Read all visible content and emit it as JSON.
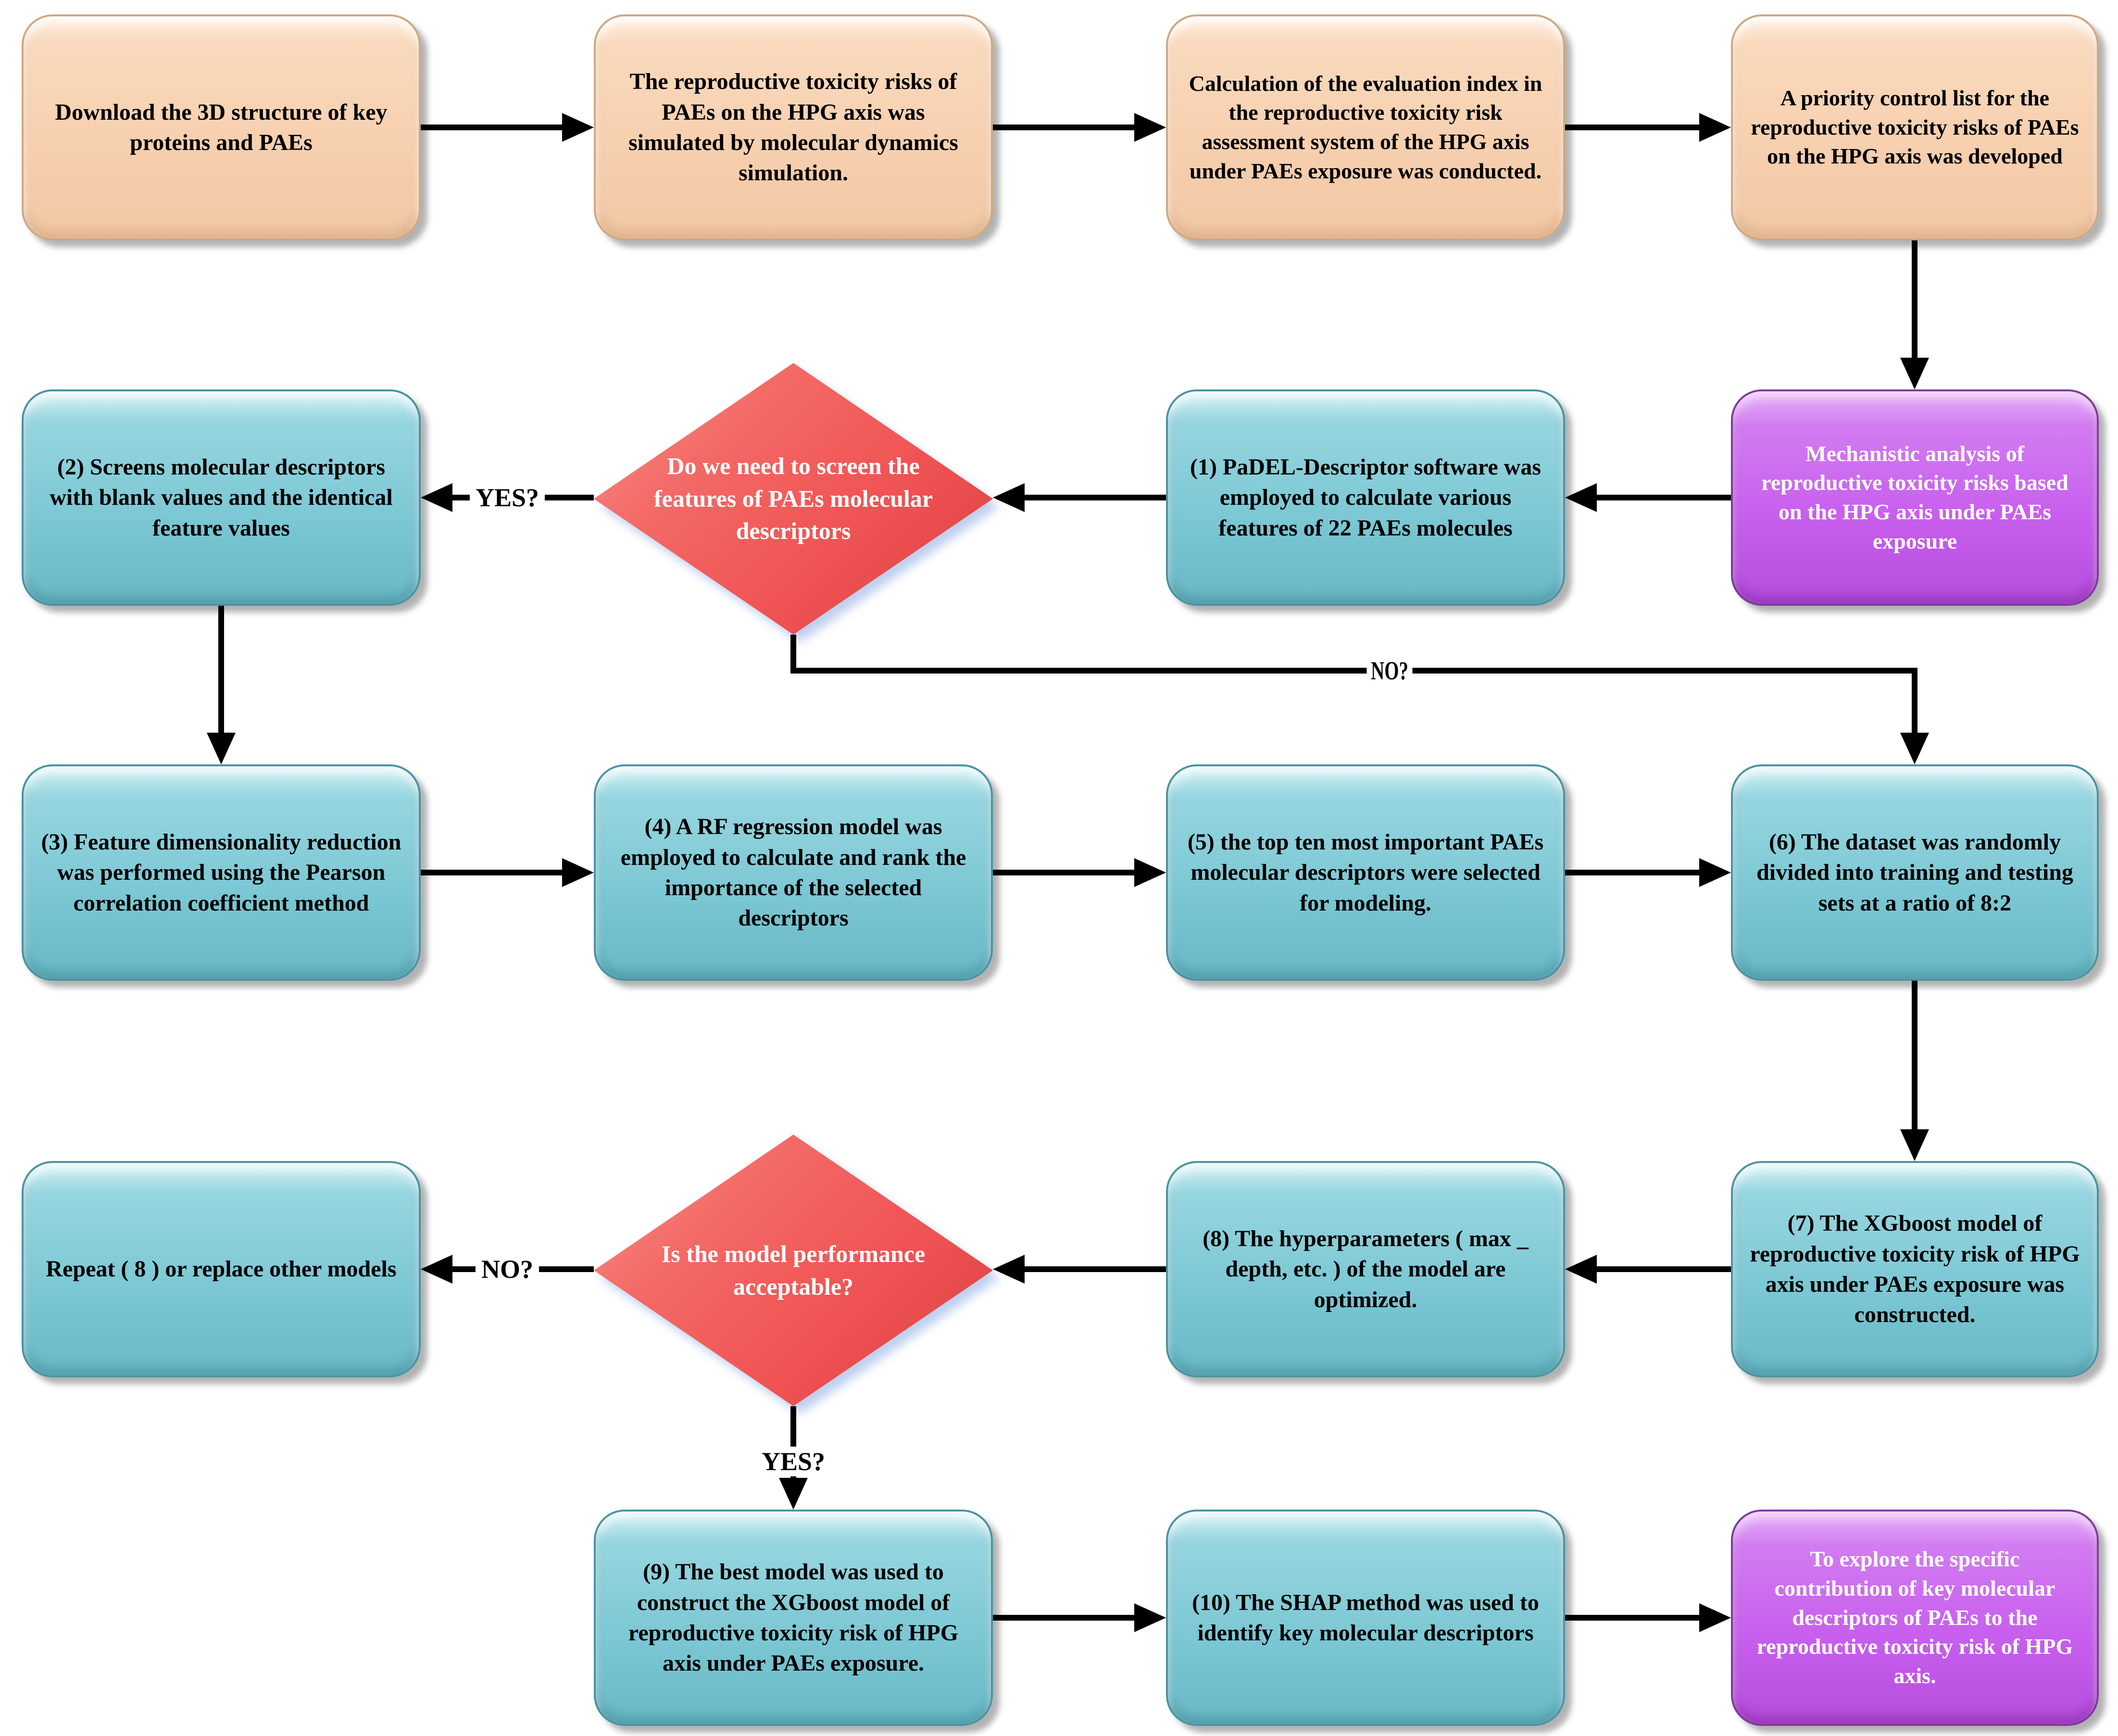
{
  "figure": {
    "type": "flowchart",
    "background": "#ffffff"
  },
  "colors": {
    "process_stage1_fill": "#f7d0b0",
    "process_ml_fill": "#7cc8d4",
    "terminal_fill": "#c85fee",
    "decision_fill": "#ee4f4f",
    "arrow": "#000000",
    "text_dark": "#000000",
    "text_light": "#ffffff"
  },
  "edges": {
    "d1_yes": "YES?",
    "d1_no": "NO?",
    "d2_no": "NO?",
    "d2_yes": "YES?"
  },
  "nodes": [
    {
      "id": "download-3d-structures",
      "shape": "rounded-rect",
      "color": "peach",
      "text": "Download the 3D structure of key proteins and PAEs"
    },
    {
      "id": "md-simulation",
      "shape": "rounded-rect",
      "color": "peach",
      "text": "The reproductive toxicity risks of PAEs on the HPG axis was simulated by molecular dynamics simulation."
    },
    {
      "id": "evaluation-index",
      "shape": "rounded-rect",
      "color": "peach",
      "text": "Calculation of the evaluation index in the reproductive toxicity risk assessment system of the HPG axis under PAEs exposure was conducted."
    },
    {
      "id": "priority-control-list",
      "shape": "rounded-rect",
      "color": "peach",
      "text": "A priority control list for the reproductive toxicity risks of PAEs on the HPG axis was developed"
    },
    {
      "id": "mechanistic-analysis",
      "shape": "rounded-rect",
      "color": "purple",
      "text": "Mechanistic analysis of reproductive toxicity risks based on the HPG axis under PAEs exposure"
    },
    {
      "id": "padel-descriptor",
      "shape": "rounded-rect",
      "color": "teal",
      "text": "(1) PaDEL-Descriptor software was employed to calculate various features of 22 PAEs molecules"
    },
    {
      "id": "decision-screen-features",
      "shape": "diamond",
      "color": "red",
      "text": "Do we need to screen the features of PAEs molecular descriptors"
    },
    {
      "id": "screen-blank-identical",
      "shape": "rounded-rect",
      "color": "teal",
      "text": "(2) Screens molecular descriptors with blank values and the identical feature values"
    },
    {
      "id": "pearson-reduction",
      "shape": "rounded-rect",
      "color": "teal",
      "text": "(3) Feature dimensionality reduction was performed using the Pearson correlation coefficient method"
    },
    {
      "id": "rf-ranking",
      "shape": "rounded-rect",
      "color": "teal",
      "text": "(4) A RF regression model was employed to calculate and rank the importance of the selected descriptors"
    },
    {
      "id": "top-ten-descriptors",
      "shape": "rounded-rect",
      "color": "teal",
      "text": "(5) the top ten most important PAEs molecular descriptors were selected for modeling."
    },
    {
      "id": "dataset-split",
      "shape": "rounded-rect",
      "color": "teal",
      "text": "(6) The dataset was randomly divided into training and testing sets at a ratio of 8:2"
    },
    {
      "id": "xgboost-constructed",
      "shape": "rounded-rect",
      "color": "teal",
      "text": "(7) The XGboost model of reproductive toxicity risk of HPG axis under PAEs exposure was constructed."
    },
    {
      "id": "hyperparameters-optimized",
      "shape": "rounded-rect",
      "color": "teal",
      "text": "(8) The hyperparameters ( max _ depth, etc. ) of the model are optimized."
    },
    {
      "id": "decision-model-performance",
      "shape": "diamond",
      "color": "red",
      "text": "Is the model performance acceptable?"
    },
    {
      "id": "repeat-or-replace",
      "shape": "rounded-rect",
      "color": "teal",
      "text": "Repeat ( 8 ) or replace other models"
    },
    {
      "id": "best-model-xgboost",
      "shape": "rounded-rect",
      "color": "teal",
      "text": "(9) The best model was used to construct the XGboost model of reproductive toxicity risk of HPG axis under PAEs exposure."
    },
    {
      "id": "shap-method",
      "shape": "rounded-rect",
      "color": "teal",
      "text": "(10) The SHAP method was used to identify key molecular descriptors"
    },
    {
      "id": "explore-contribution",
      "shape": "rounded-rect",
      "color": "purple",
      "text": "To explore the specific contribution of key molecular descriptors of PAEs to the reproductive toxicity risk of HPG axis."
    }
  ]
}
